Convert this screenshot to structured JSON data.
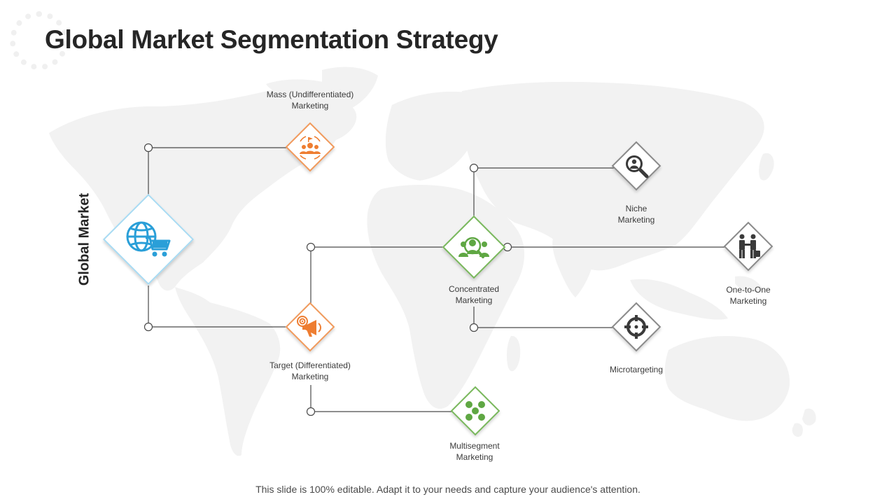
{
  "title": "Global Market Segmentation Strategy",
  "root_label": "Global Market",
  "nodes": {
    "mass": {
      "line1": "Mass (Undifferentiated)",
      "line2": "Marketing",
      "icon": "people-group-icon"
    },
    "target": {
      "line1": "Target (Differentiated)",
      "line2": "Marketing",
      "icon": "megaphone-target-icon"
    },
    "concentrated": {
      "line1": "Concentrated",
      "line2": "Marketing",
      "icon": "person-magnifier-icon"
    },
    "multisegment": {
      "line1": "Multisegment",
      "line2": "Marketing",
      "icon": "dots-cluster-icon"
    },
    "niche": {
      "line1": "Niche",
      "line2": "Marketing",
      "icon": "search-person-icon"
    },
    "one_to_one": {
      "line1": "One-to-One",
      "line2": "Marketing",
      "icon": "handshake-icon"
    },
    "microtargeting": {
      "line1": "Microtargeting",
      "icon": "crosshair-icon"
    }
  },
  "colors": {
    "blue": "#2a9fd8",
    "orange": "#ee7d31",
    "green": "#5fa743",
    "grey": "#3a3a3a",
    "line": "#4a4a4a"
  },
  "footer": "This slide is 100% editable. Adapt it to your needs and capture your audience's attention."
}
